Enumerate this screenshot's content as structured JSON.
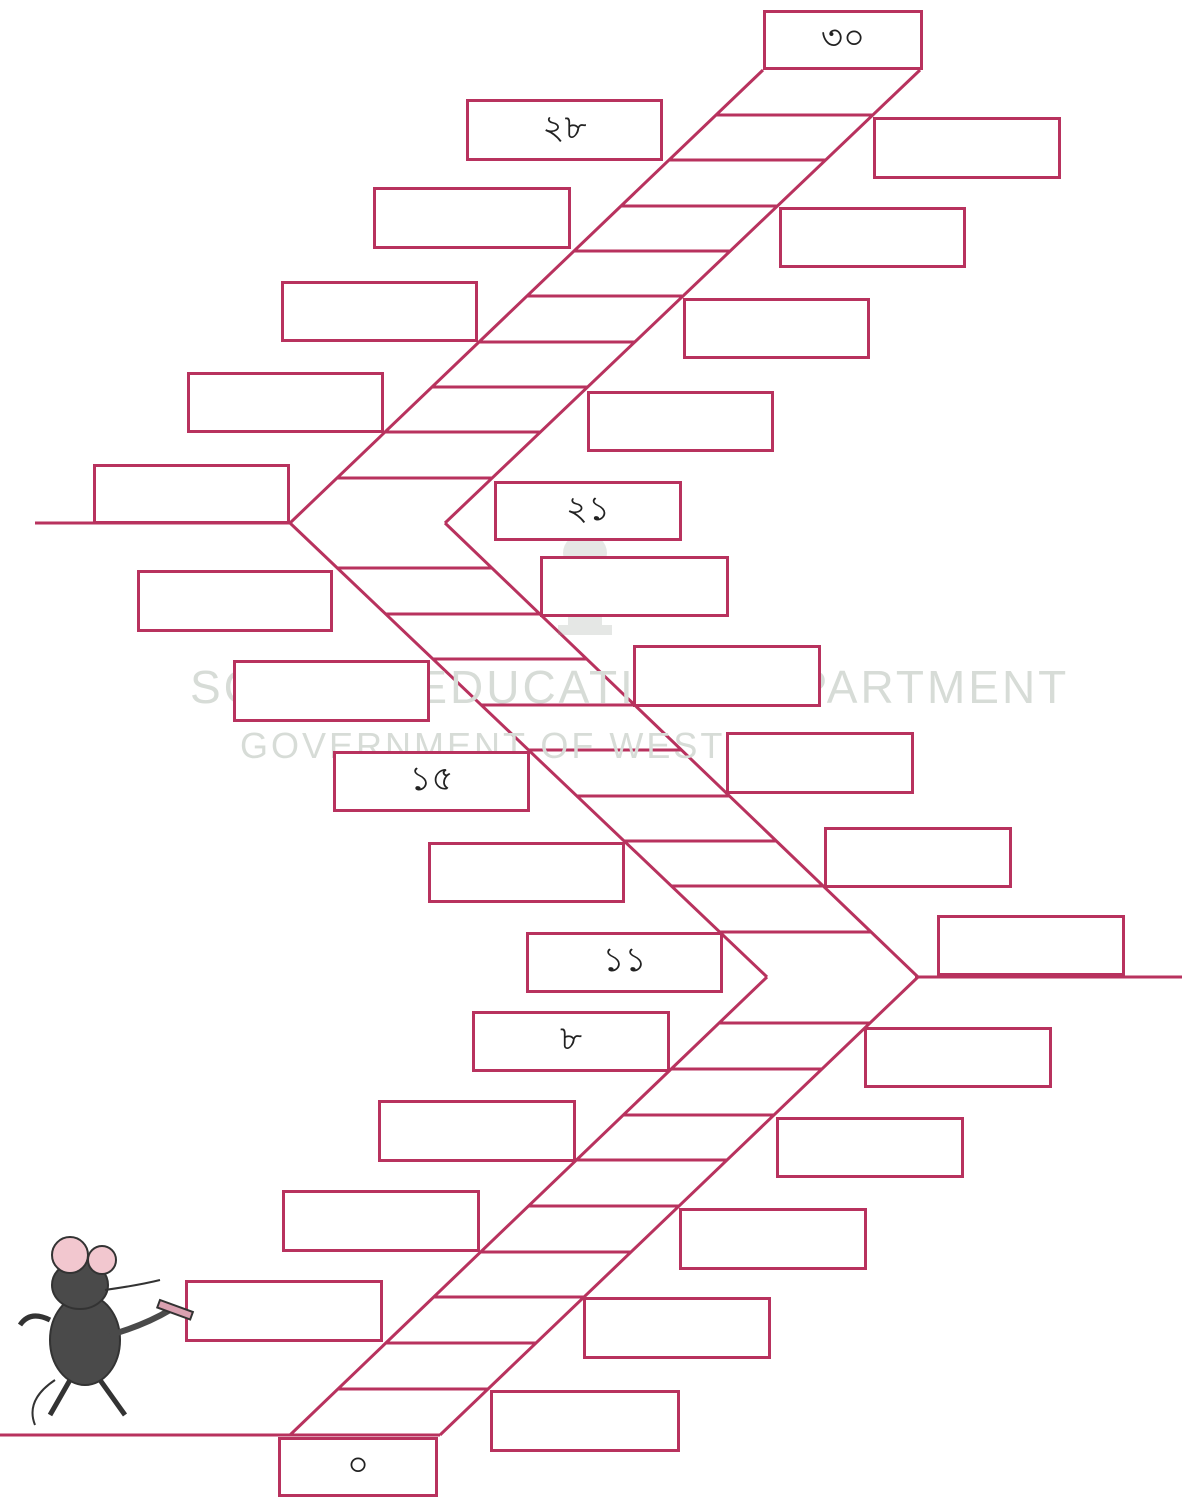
{
  "colors": {
    "line": "#b8325e",
    "watermark": "#d7dcd7"
  },
  "boxes": [
    {
      "id": "b30",
      "label": "৩০"
    },
    {
      "id": "b29",
      "label": ""
    },
    {
      "id": "b28",
      "label": "২৮"
    },
    {
      "id": "b27",
      "label": ""
    },
    {
      "id": "b26",
      "label": ""
    },
    {
      "id": "b25",
      "label": ""
    },
    {
      "id": "b24",
      "label": ""
    },
    {
      "id": "b23",
      "label": ""
    },
    {
      "id": "b22",
      "label": ""
    },
    {
      "id": "b21",
      "label": "২১"
    },
    {
      "id": "b20",
      "label": ""
    },
    {
      "id": "b19",
      "label": ""
    },
    {
      "id": "b18",
      "label": ""
    },
    {
      "id": "b17",
      "label": ""
    },
    {
      "id": "b16",
      "label": ""
    },
    {
      "id": "b15",
      "label": "১৫"
    },
    {
      "id": "b14",
      "label": ""
    },
    {
      "id": "b13",
      "label": ""
    },
    {
      "id": "b12",
      "label": ""
    },
    {
      "id": "b11",
      "label": "১১"
    },
    {
      "id": "b10",
      "label": ""
    },
    {
      "id": "b9",
      "label": ""
    },
    {
      "id": "b8",
      "label": "৮"
    },
    {
      "id": "b7",
      "label": ""
    },
    {
      "id": "b6",
      "label": ""
    },
    {
      "id": "b5",
      "label": ""
    },
    {
      "id": "b4",
      "label": ""
    },
    {
      "id": "b3",
      "label": ""
    },
    {
      "id": "b2",
      "label": ""
    },
    {
      "id": "b1",
      "label": ""
    },
    {
      "id": "b0",
      "label": "০"
    }
  ],
  "watermark": {
    "line1": "SCHOOL EDUCATION DEPARTMENT",
    "line2": "GOVERNMENT OF WEST BENGAL"
  },
  "mascot": {
    "icon": "mouse-with-pencil-icon"
  }
}
